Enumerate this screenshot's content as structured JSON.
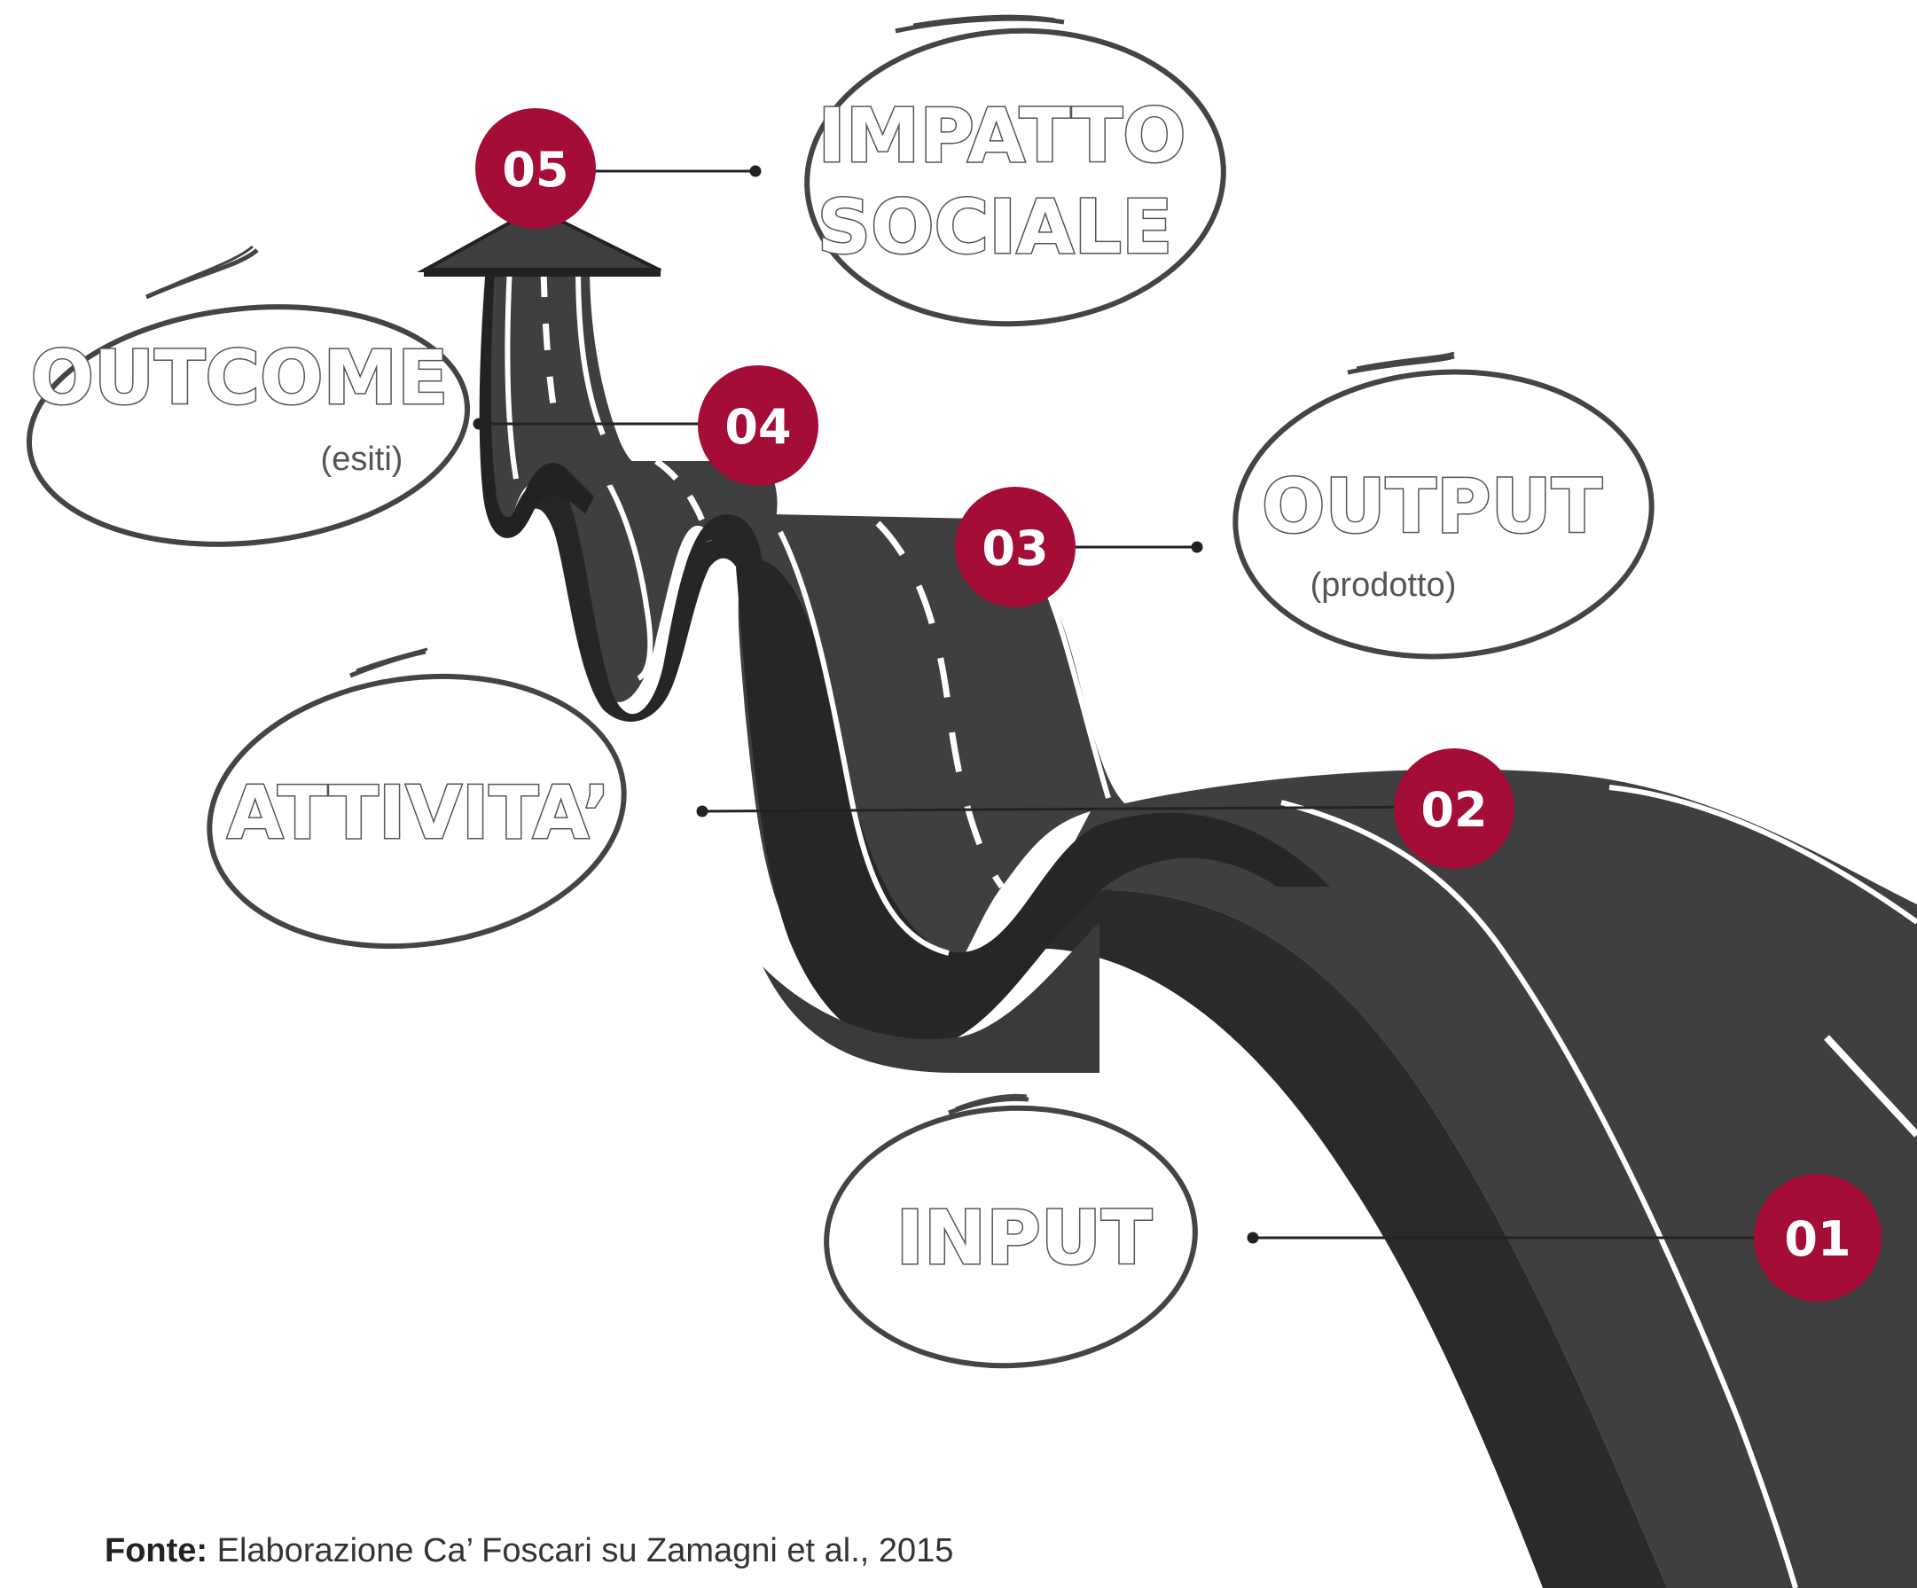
{
  "colors": {
    "accent": "#A30D36",
    "road_dark": "#2a2a2a",
    "road_top": "#3f3f41",
    "outline": "#444444",
    "lane_marking": "#ffffff"
  },
  "steps": [
    {
      "number": "01",
      "label_lines": [
        "INPUT"
      ],
      "sublabel": ""
    },
    {
      "number": "02",
      "label_lines": [
        "ATTIVITA’"
      ],
      "sublabel": ""
    },
    {
      "number": "03",
      "label_lines": [
        "OUTPUT"
      ],
      "sublabel": "(prodotto)"
    },
    {
      "number": "04",
      "label_lines": [
        "OUTCOME"
      ],
      "sublabel": "(esiti)"
    },
    {
      "number": "05",
      "label_lines": [
        "IMPATTO",
        "SOCIALE"
      ],
      "sublabel": ""
    }
  ],
  "source": {
    "prefix": "Fonte:",
    "text": " Elaborazione Ca’ Foscari su Zamagni et al., 2015"
  },
  "icons": [
    "road-illustration",
    "arrow-head-icon"
  ]
}
